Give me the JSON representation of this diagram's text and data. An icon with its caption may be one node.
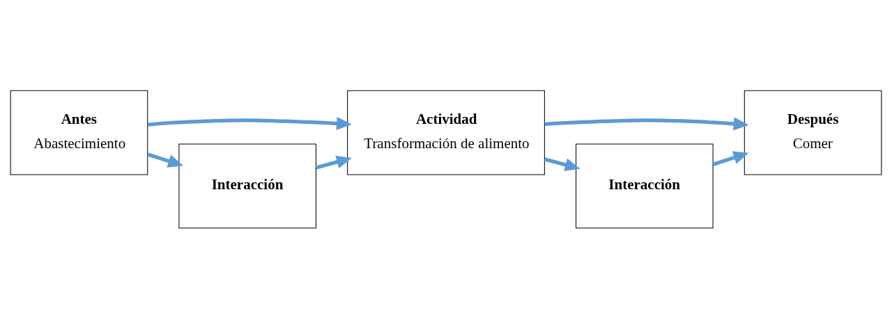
{
  "diagram": {
    "nodes": [
      {
        "text": [
          "Antes",
          "Abastecimiento"
        ]
      },
      {
        "text": [
          "Actividad",
          "Transformación de alimento"
        ]
      },
      {
        "text": [
          "Después",
          "Comer"
        ]
      },
      {
        "text": [
          "Interacción"
        ]
      },
      {
        "text": [
          "Interacción"
        ]
      }
    ],
    "edges": [
      {
        "from": 0,
        "to": 1,
        "arrow": "to"
      },
      {
        "from": 1,
        "to": 2,
        "arrow": "to"
      },
      {
        "from": 0,
        "to": 3,
        "arrow": "to"
      },
      {
        "from": 3,
        "to": 1,
        "arrow": "to"
      },
      {
        "from": 1,
        "to": 4,
        "arrow": "to"
      },
      {
        "from": 4,
        "to": 2,
        "arrow": "to"
      }
    ]
  }
}
